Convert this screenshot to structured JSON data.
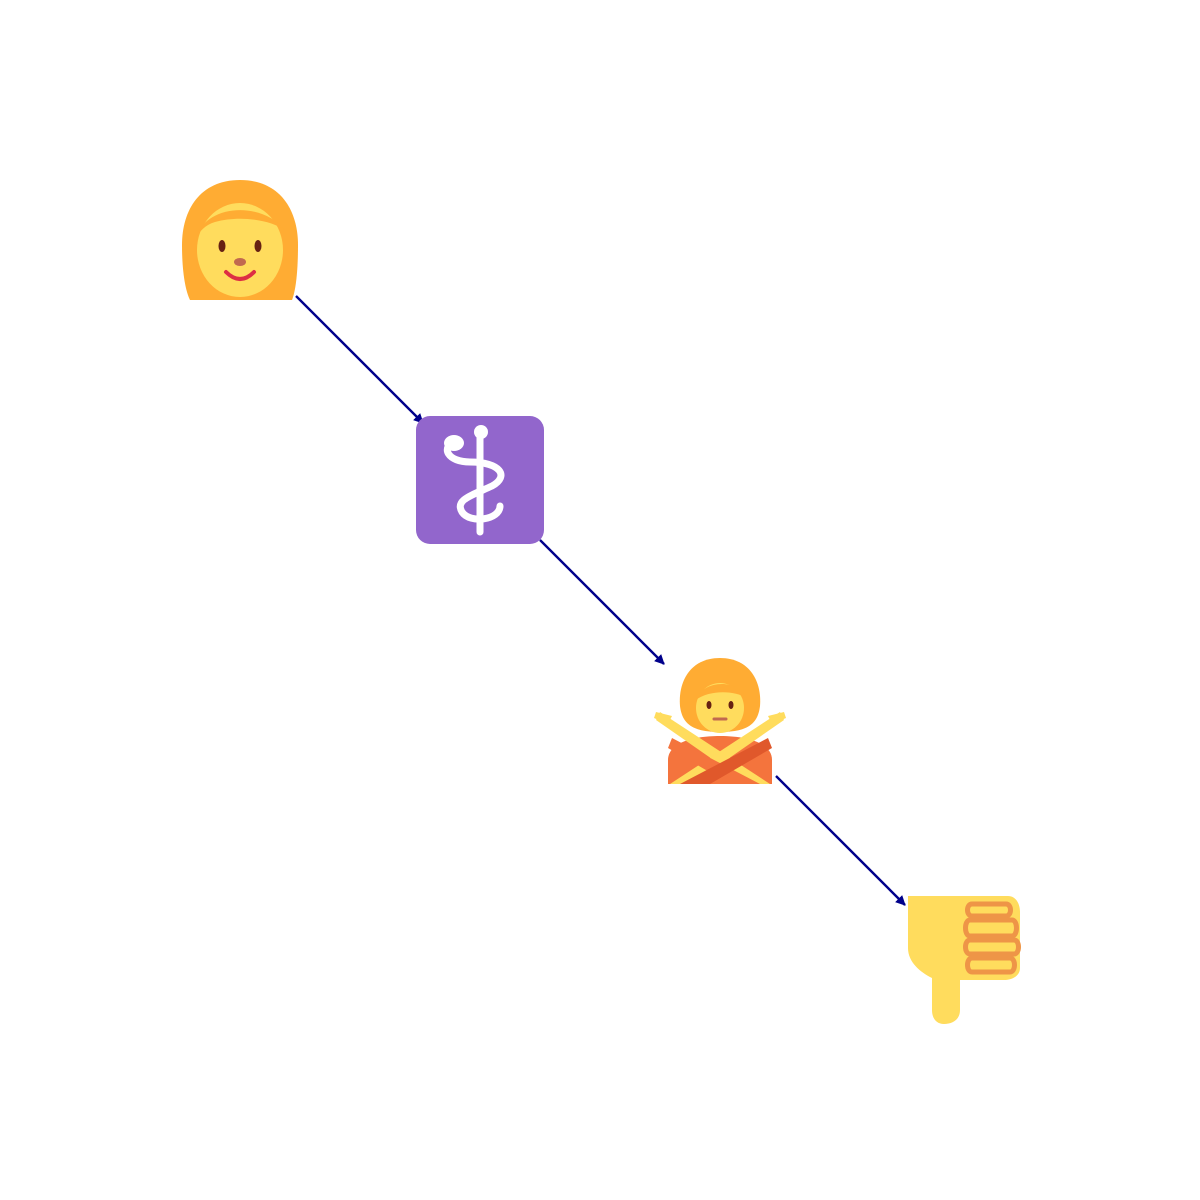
{
  "diagram": {
    "type": "flow",
    "nodes": [
      {
        "id": "woman",
        "icon": "woman-face-icon"
      },
      {
        "id": "medical",
        "icon": "medical-symbol-icon"
      },
      {
        "id": "no-gesture",
        "icon": "person-gesturing-no-icon"
      },
      {
        "id": "thumbs-down",
        "icon": "thumbs-down-icon"
      }
    ],
    "edges": [
      {
        "from": "woman",
        "to": "medical"
      },
      {
        "from": "medical",
        "to": "no-gesture"
      },
      {
        "from": "no-gesture",
        "to": "thumbs-down"
      }
    ],
    "colors": {
      "arrow": "#00008b",
      "hair": "#ffac33",
      "skin": "#ffdc5d",
      "medical_bg": "#9266cc",
      "shirt": "#f4743d",
      "shirt_dark": "#e0582b",
      "thumb_lines": "#ee9547",
      "mouth": "#dd2e44"
    }
  }
}
